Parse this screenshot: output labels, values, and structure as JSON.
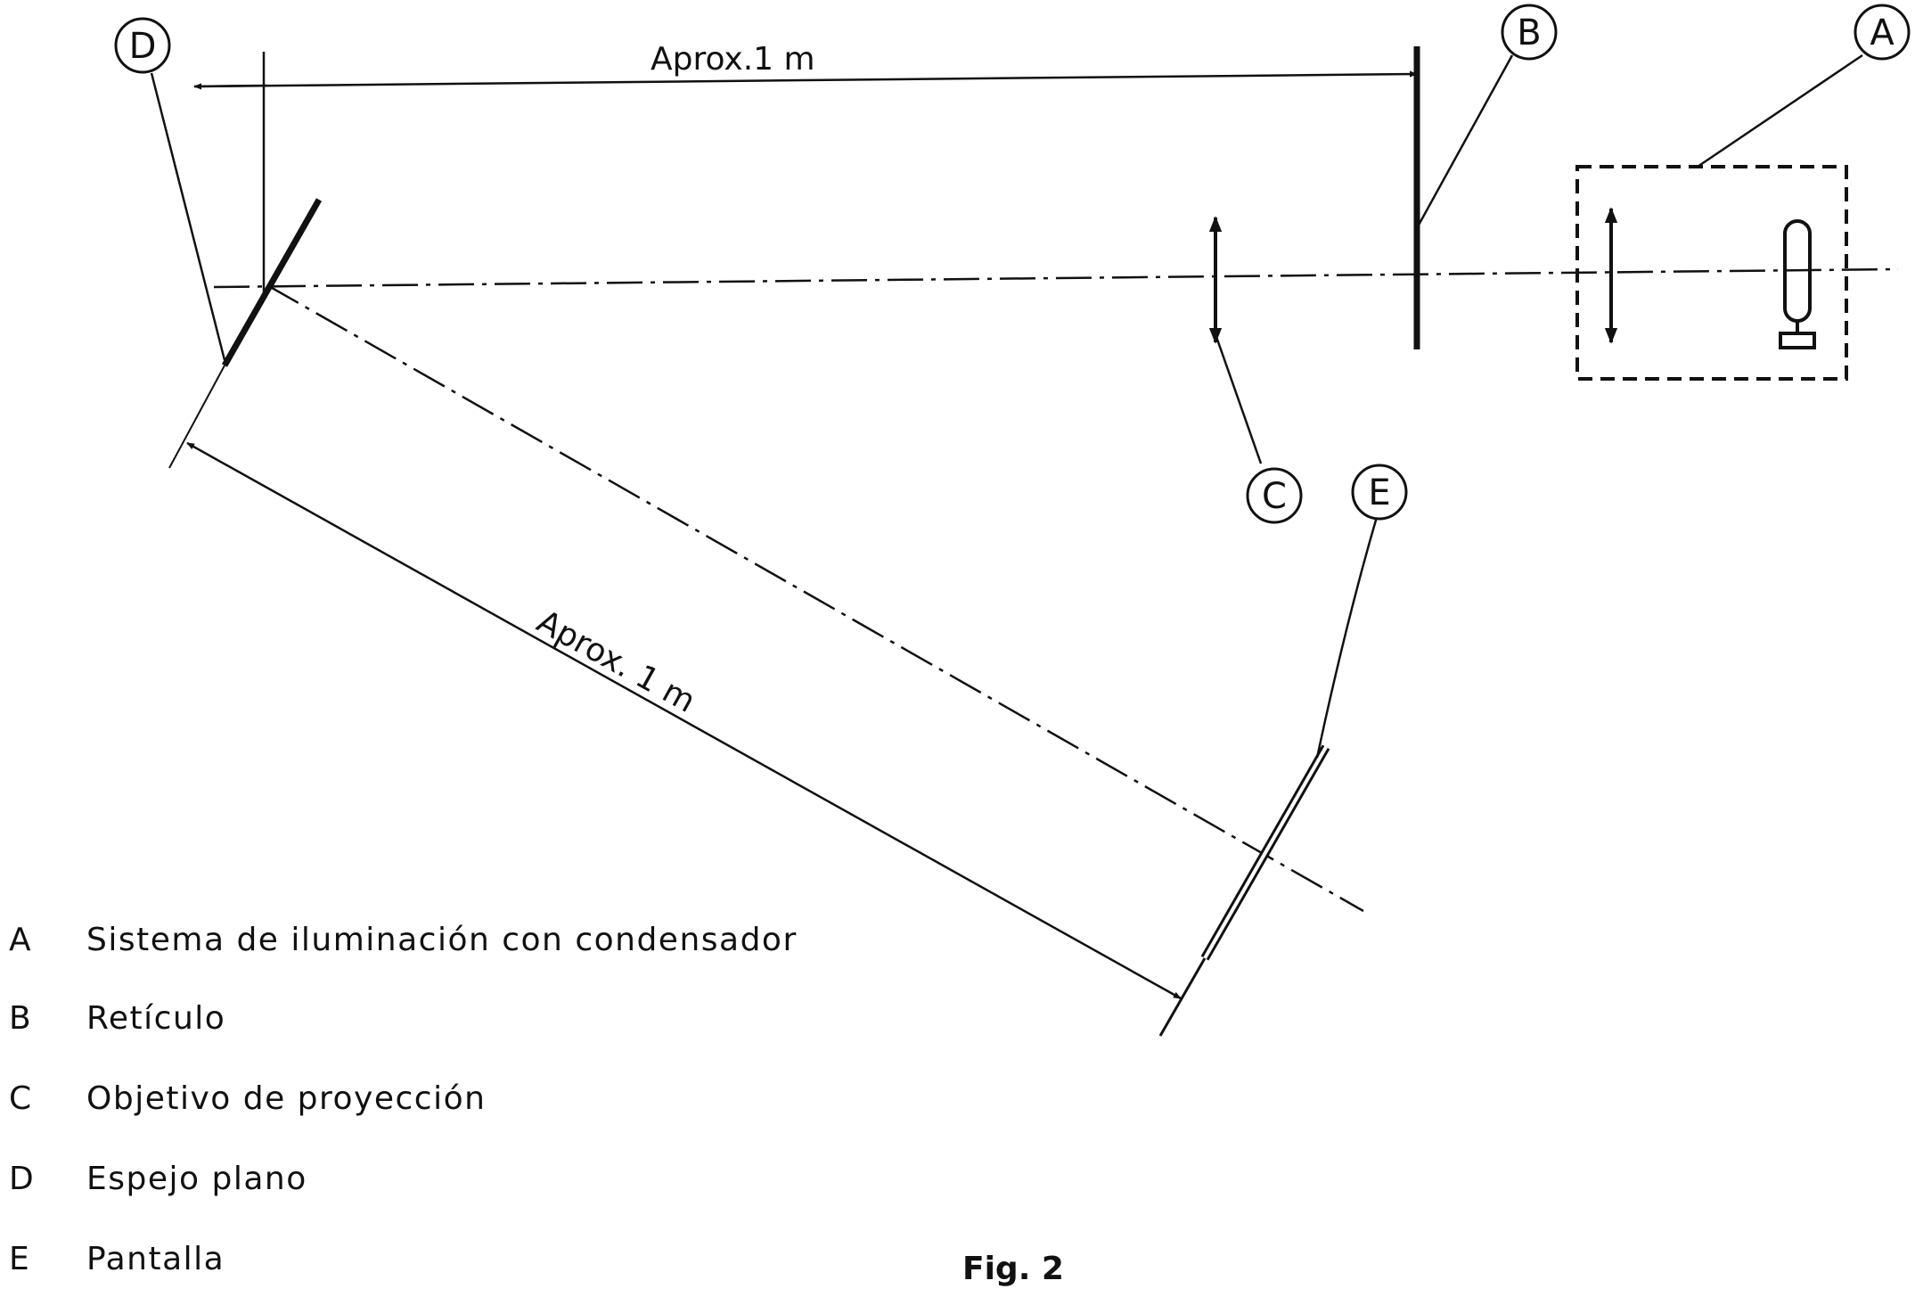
{
  "diagram": {
    "labels": {
      "a": "A",
      "b": "B",
      "c": "C",
      "d": "D",
      "e": "E"
    },
    "dimensions": {
      "top": "Aprox.1 m",
      "diagonal": "Aprox. 1 m"
    }
  },
  "legend": [
    {
      "key": "A",
      "text": "Sistema de iluminación con condensador"
    },
    {
      "key": "B",
      "text": "Retículo"
    },
    {
      "key": "C",
      "text": "Objetivo de proyección"
    },
    {
      "key": "D",
      "text": "Espejo plano"
    },
    {
      "key": "E",
      "text": "Pantalla"
    }
  ],
  "caption": "Fig. 2"
}
